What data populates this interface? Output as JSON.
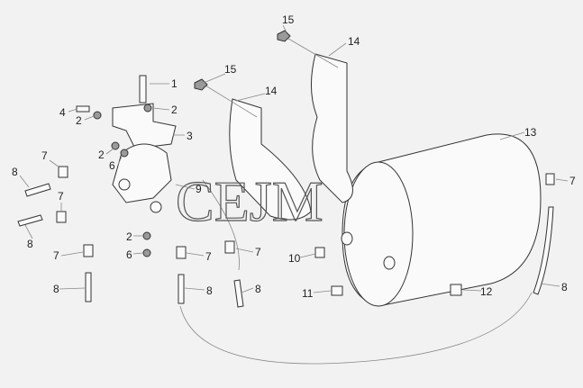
{
  "watermark": "CEJM",
  "callouts": [
    {
      "id": "c15a",
      "text": "15"
    },
    {
      "id": "c14a",
      "text": "14"
    },
    {
      "id": "c15b",
      "text": "15"
    },
    {
      "id": "c14b",
      "text": "14"
    },
    {
      "id": "c1",
      "text": "1"
    },
    {
      "id": "c4",
      "text": "4"
    },
    {
      "id": "c2a",
      "text": "2"
    },
    {
      "id": "c2b",
      "text": "2"
    },
    {
      "id": "c3",
      "text": "3"
    },
    {
      "id": "c2c",
      "text": "2"
    },
    {
      "id": "c6a",
      "text": "6"
    },
    {
      "id": "c7a",
      "text": "7"
    },
    {
      "id": "c8a",
      "text": "8"
    },
    {
      "id": "c7b",
      "text": "7"
    },
    {
      "id": "c9",
      "text": "9"
    },
    {
      "id": "c8b",
      "text": "8"
    },
    {
      "id": "c2d",
      "text": "2"
    },
    {
      "id": "c6b",
      "text": "6"
    },
    {
      "id": "c7c",
      "text": "7"
    },
    {
      "id": "c7d",
      "text": "7"
    },
    {
      "id": "c7e",
      "text": "7"
    },
    {
      "id": "c8c",
      "text": "8"
    },
    {
      "id": "c8d",
      "text": "8"
    },
    {
      "id": "c8e",
      "text": "8"
    },
    {
      "id": "c10",
      "text": "10"
    },
    {
      "id": "c11",
      "text": "11"
    },
    {
      "id": "c12",
      "text": "12"
    },
    {
      "id": "c13",
      "text": "13"
    },
    {
      "id": "c7f",
      "text": "7"
    },
    {
      "id": "c8f",
      "text": "8"
    }
  ]
}
